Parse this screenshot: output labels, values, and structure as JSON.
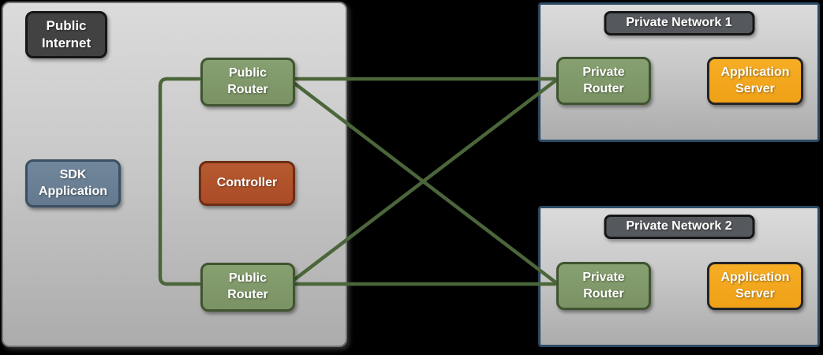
{
  "public_internet": {
    "badge": "Public\nInternet",
    "sdk_application": "SDK\nApplication",
    "controller": "Controller",
    "public_router_top": "Public\nRouter",
    "public_router_bottom": "Public\nRouter"
  },
  "private_network_1": {
    "title": "Private Network 1",
    "private_router": "Private\nRouter",
    "application_server": "Application\nServer"
  },
  "private_network_2": {
    "title": "Private Network 2",
    "private_router": "Private\nRouter",
    "application_server": "Application\nServer"
  },
  "colors": {
    "page_background": "#000000",
    "region_fill_top": "#dbdbdb",
    "region_fill_bottom": "#acacac",
    "public_internet_border": "#757575",
    "private_network_border": "#2c4a63",
    "badge_dark_fill": "#424242",
    "network_badge_fill": "#55585c",
    "router_green_fill": "#7e9669",
    "router_green_border": "#3f5430",
    "sdk_slate_fill": "#697f93",
    "sdk_slate_border": "#3a5064",
    "controller_rust_fill": "#b0522b",
    "controller_rust_border": "#6e2d12",
    "server_amber_fill": "#f3a71d",
    "server_amber_border": "#242424",
    "connection_line_green": "#4b663a",
    "text_color": "#ffffff"
  }
}
